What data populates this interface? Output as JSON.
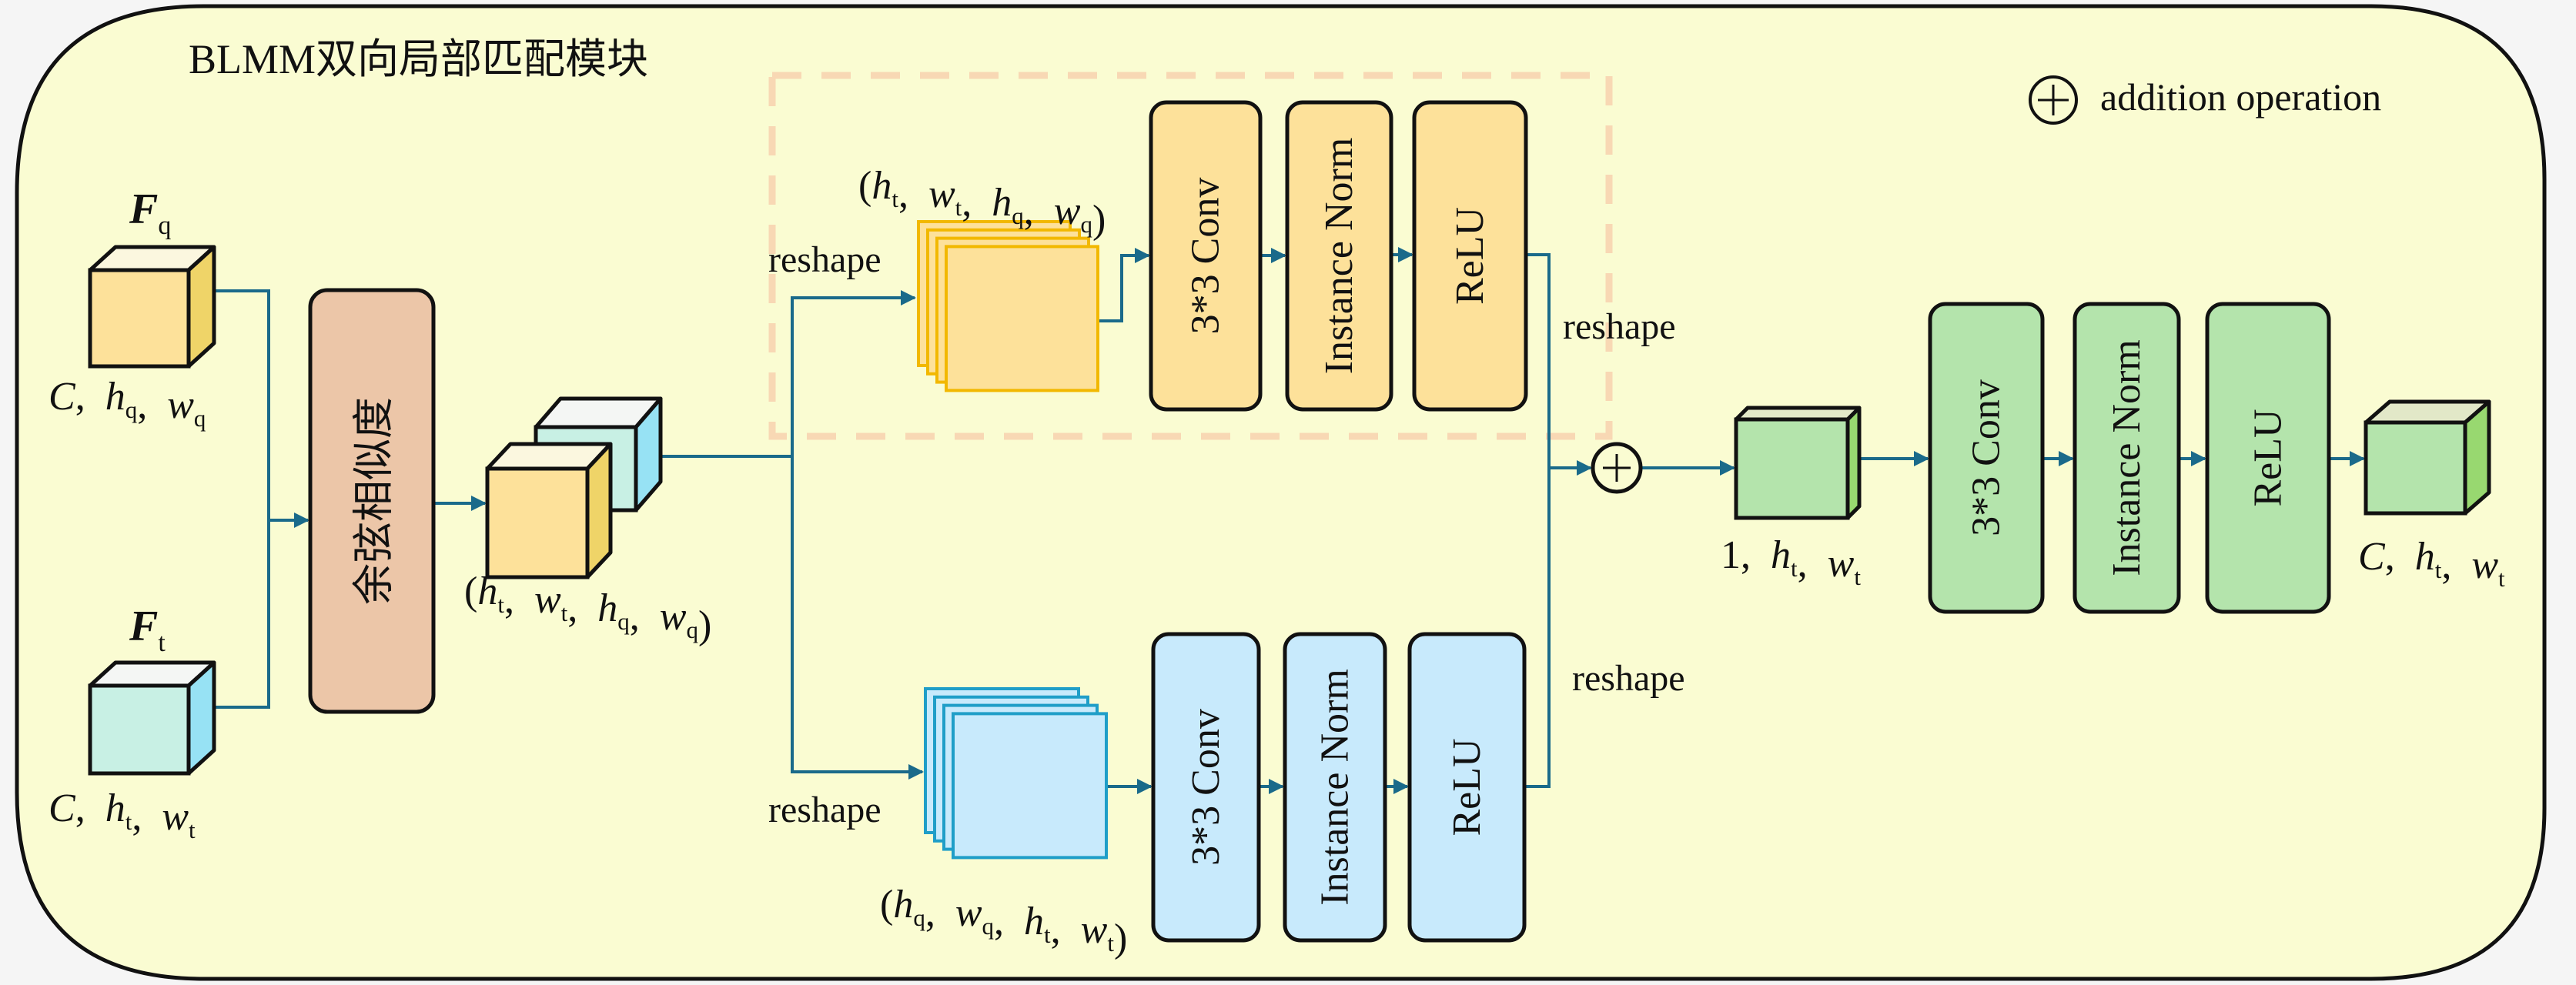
{
  "title": "BLMM双向局部匹配模块",
  "legend": {
    "symbol": "⊕",
    "label": "addition operation"
  },
  "colors": {
    "background": "#f5f5f5",
    "panel_fill": "#fafcd2",
    "panel_stroke": "#111111",
    "query_face": "#fde19a",
    "query_side": "#efd468",
    "query_top": "#fbf7df",
    "template_face": "#c8f0e4",
    "template_side": "#97e2f4",
    "template_top": "#f4f6f4",
    "cosine_fill": "#ecc6a8",
    "orange_block": "#fde19a",
    "orange_stack_stroke": "#f2b800",
    "blue_block": "#c8eafc",
    "blue_stack_stroke": "#1f9ec8",
    "green_block": "#b4e4ac",
    "green_side": "#98d870",
    "green_top": "#e2e8c8",
    "arrow": "#1a6a8a",
    "dashed_box": "#f8d8b4"
  },
  "inputs": {
    "query": {
      "name": "F",
      "sub": "q",
      "dims": [
        {
          "v": "C",
          "s": ""
        },
        {
          "v": "h",
          "s": "q"
        },
        {
          "v": "w",
          "s": "q"
        }
      ]
    },
    "template": {
      "name": "F",
      "sub": "t",
      "dims": [
        {
          "v": "C",
          "s": ""
        },
        {
          "v": "h",
          "s": "t"
        },
        {
          "v": "w",
          "s": "t"
        }
      ]
    }
  },
  "cosine_block": {
    "label": "余弦相似度"
  },
  "correlation": {
    "dims": [
      {
        "v": "h",
        "s": "t"
      },
      {
        "v": "w",
        "s": "t"
      },
      {
        "v": "h",
        "s": "q"
      },
      {
        "v": "w",
        "s": "q"
      }
    ]
  },
  "upper_branch": {
    "reshape_in": "reshape",
    "reshape_out": "reshape",
    "dims": [
      {
        "v": "h",
        "s": "t"
      },
      {
        "v": "w",
        "s": "t"
      },
      {
        "v": "h",
        "s": "q"
      },
      {
        "v": "w",
        "s": "q"
      }
    ],
    "blocks": [
      "3*3 Conv",
      "Instance Norm",
      "ReLU"
    ]
  },
  "lower_branch": {
    "reshape_in": "reshape",
    "reshape_out": "reshape",
    "dims": [
      {
        "v": "h",
        "s": "q"
      },
      {
        "v": "w",
        "s": "q"
      },
      {
        "v": "h",
        "s": "t"
      },
      {
        "v": "w",
        "s": "t"
      }
    ],
    "blocks": [
      "3*3 Conv",
      "Instance Norm",
      "ReLU"
    ]
  },
  "fusion": {
    "symbol": "+",
    "mid_dims": [
      {
        "v": "1",
        "s": "",
        "upright": true
      },
      {
        "v": "h",
        "s": "t"
      },
      {
        "v": "w",
        "s": "t"
      }
    ],
    "blocks": [
      "3*3 Conv",
      "Instance Norm",
      "ReLU"
    ],
    "out_dims": [
      {
        "v": "C",
        "s": ""
      },
      {
        "v": "h",
        "s": "t"
      },
      {
        "v": "w",
        "s": "t"
      }
    ]
  }
}
